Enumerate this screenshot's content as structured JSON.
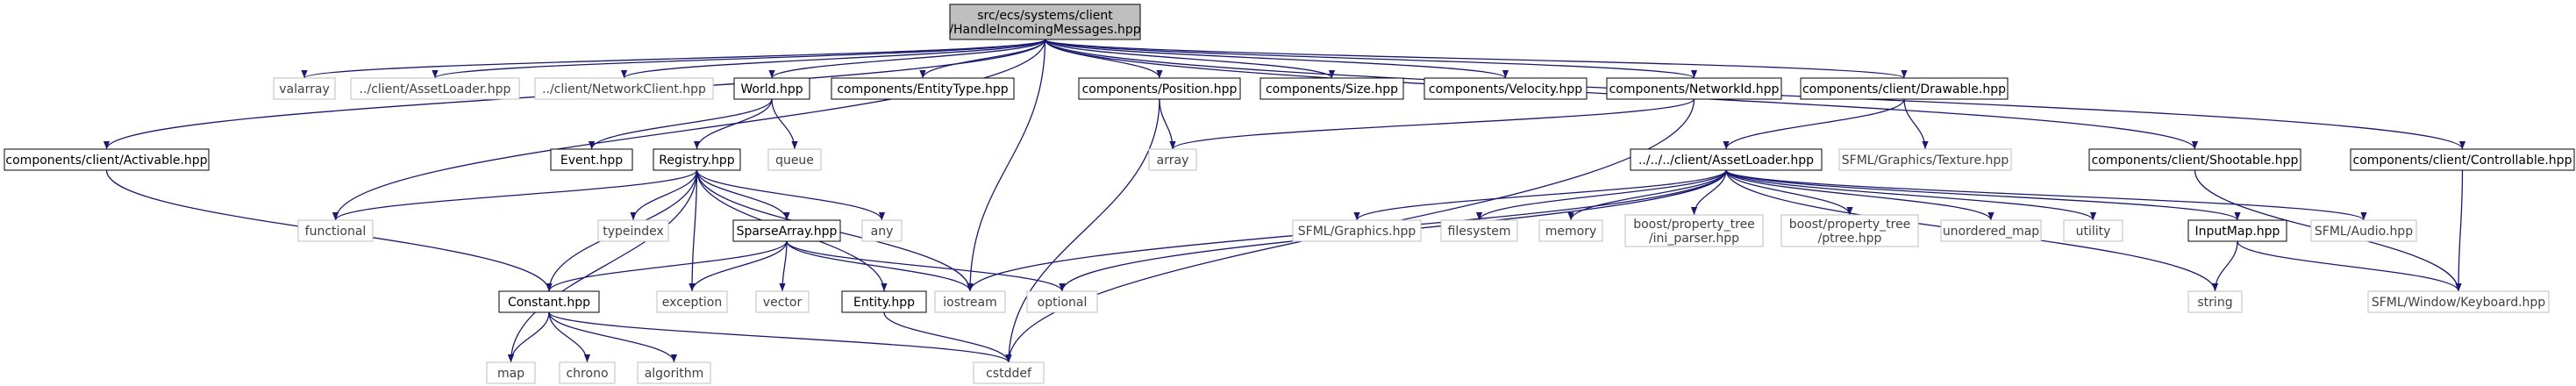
{
  "title": "",
  "colors": {
    "edge": "#191970",
    "border_project": "#000000",
    "border_system": "#bfbfbf",
    "root_fill": "#bfbfbf",
    "text_project": "#000000",
    "text_system": "#404040"
  },
  "nodes": [
    {
      "id": "root",
      "lines": [
        "src/ecs/systems/client",
        "/HandleIncomingMessages.hpp"
      ],
      "kind": "root"
    },
    {
      "id": "valarray",
      "lines": [
        "valarray"
      ],
      "kind": "system"
    },
    {
      "id": "assetloader_client",
      "lines": [
        "../client/AssetLoader.hpp"
      ],
      "kind": "system"
    },
    {
      "id": "networkclient",
      "lines": [
        "../client/NetworkClient.hpp"
      ],
      "kind": "system"
    },
    {
      "id": "world",
      "lines": [
        "World.hpp"
      ],
      "kind": "project"
    },
    {
      "id": "entitytype",
      "lines": [
        "components/EntityType.hpp"
      ],
      "kind": "project"
    },
    {
      "id": "position",
      "lines": [
        "components/Position.hpp"
      ],
      "kind": "project"
    },
    {
      "id": "size",
      "lines": [
        "components/Size.hpp"
      ],
      "kind": "project"
    },
    {
      "id": "velocity",
      "lines": [
        "components/Velocity.hpp"
      ],
      "kind": "project"
    },
    {
      "id": "networkid",
      "lines": [
        "components/NetworkId.hpp"
      ],
      "kind": "project"
    },
    {
      "id": "drawable",
      "lines": [
        "components/client/Drawable.hpp"
      ],
      "kind": "project"
    },
    {
      "id": "activable",
      "lines": [
        "components/client/Activable.hpp"
      ],
      "kind": "project"
    },
    {
      "id": "event",
      "lines": [
        "Event.hpp"
      ],
      "kind": "project"
    },
    {
      "id": "registry",
      "lines": [
        "Registry.hpp"
      ],
      "kind": "project"
    },
    {
      "id": "queue",
      "lines": [
        "queue"
      ],
      "kind": "system"
    },
    {
      "id": "array",
      "lines": [
        "array"
      ],
      "kind": "system"
    },
    {
      "id": "assetloader_rel",
      "lines": [
        "../../../client/AssetLoader.hpp"
      ],
      "kind": "project"
    },
    {
      "id": "sfml_texture",
      "lines": [
        "SFML/Graphics/Texture.hpp"
      ],
      "kind": "system"
    },
    {
      "id": "shootable",
      "lines": [
        "components/client/Shootable.hpp"
      ],
      "kind": "project"
    },
    {
      "id": "controllable",
      "lines": [
        "components/client/Controllable.hpp"
      ],
      "kind": "project"
    },
    {
      "id": "functional",
      "lines": [
        "functional"
      ],
      "kind": "system"
    },
    {
      "id": "typeindex",
      "lines": [
        "typeindex"
      ],
      "kind": "system"
    },
    {
      "id": "sparsearray",
      "lines": [
        "SparseArray.hpp"
      ],
      "kind": "project"
    },
    {
      "id": "any",
      "lines": [
        "any"
      ],
      "kind": "system"
    },
    {
      "id": "sfml_graphics",
      "lines": [
        "SFML/Graphics.hpp"
      ],
      "kind": "system"
    },
    {
      "id": "filesystem",
      "lines": [
        "filesystem"
      ],
      "kind": "system"
    },
    {
      "id": "memory",
      "lines": [
        "memory"
      ],
      "kind": "system"
    },
    {
      "id": "ini_parser",
      "lines": [
        "boost/property_tree",
        "/ini_parser.hpp"
      ],
      "kind": "system"
    },
    {
      "id": "ptree",
      "lines": [
        "boost/property_tree",
        "/ptree.hpp"
      ],
      "kind": "system"
    },
    {
      "id": "unordered_map",
      "lines": [
        "unordered_map"
      ],
      "kind": "system"
    },
    {
      "id": "utility",
      "lines": [
        "utility"
      ],
      "kind": "system"
    },
    {
      "id": "inputmap",
      "lines": [
        "InputMap.hpp"
      ],
      "kind": "project"
    },
    {
      "id": "sfml_audio",
      "lines": [
        "SFML/Audio.hpp"
      ],
      "kind": "system"
    },
    {
      "id": "constant",
      "lines": [
        "Constant.hpp"
      ],
      "kind": "project"
    },
    {
      "id": "exception",
      "lines": [
        "exception"
      ],
      "kind": "system"
    },
    {
      "id": "vector",
      "lines": [
        "vector"
      ],
      "kind": "system"
    },
    {
      "id": "iostream",
      "lines": [
        "iostream"
      ],
      "kind": "system"
    },
    {
      "id": "optional",
      "lines": [
        "optional"
      ],
      "kind": "system"
    },
    {
      "id": "entity",
      "lines": [
        "Entity.hpp"
      ],
      "kind": "project"
    },
    {
      "id": "string",
      "lines": [
        "string"
      ],
      "kind": "system"
    },
    {
      "id": "sfml_keyboard",
      "lines": [
        "SFML/Window/Keyboard.hpp"
      ],
      "kind": "system"
    },
    {
      "id": "map",
      "lines": [
        "map"
      ],
      "kind": "system"
    },
    {
      "id": "chrono",
      "lines": [
        "chrono"
      ],
      "kind": "system"
    },
    {
      "id": "algorithm",
      "lines": [
        "algorithm"
      ],
      "kind": "system"
    },
    {
      "id": "cstddef",
      "lines": [
        "cstddef"
      ],
      "kind": "system"
    }
  ],
  "edges": [
    [
      "root",
      "valarray"
    ],
    [
      "root",
      "assetloader_client"
    ],
    [
      "root",
      "networkclient"
    ],
    [
      "root",
      "world"
    ],
    [
      "root",
      "entitytype"
    ],
    [
      "root",
      "position"
    ],
    [
      "root",
      "size"
    ],
    [
      "root",
      "velocity"
    ],
    [
      "root",
      "networkid"
    ],
    [
      "root",
      "drawable"
    ],
    [
      "root",
      "activable"
    ],
    [
      "root",
      "functional"
    ],
    [
      "root",
      "iostream"
    ],
    [
      "root",
      "shootable"
    ],
    [
      "root",
      "controllable"
    ],
    [
      "world",
      "event"
    ],
    [
      "world",
      "registry"
    ],
    [
      "world",
      "queue"
    ],
    [
      "registry",
      "functional"
    ],
    [
      "registry",
      "typeindex"
    ],
    [
      "registry",
      "sparsearray"
    ],
    [
      "registry",
      "any"
    ],
    [
      "registry",
      "map"
    ],
    [
      "registry",
      "constant"
    ],
    [
      "registry",
      "exception"
    ],
    [
      "registry",
      "iostream"
    ],
    [
      "registry",
      "entity"
    ],
    [
      "sparsearray",
      "constant"
    ],
    [
      "sparsearray",
      "exception"
    ],
    [
      "sparsearray",
      "vector"
    ],
    [
      "sparsearray",
      "iostream"
    ],
    [
      "sparsearray",
      "optional"
    ],
    [
      "activable",
      "constant"
    ],
    [
      "constant",
      "map"
    ],
    [
      "constant",
      "chrono"
    ],
    [
      "constant",
      "algorithm"
    ],
    [
      "constant",
      "cstddef"
    ],
    [
      "entity",
      "cstddef"
    ],
    [
      "position",
      "array"
    ],
    [
      "position",
      "cstddef"
    ],
    [
      "networkid",
      "array"
    ],
    [
      "networkid",
      "cstddef"
    ],
    [
      "drawable",
      "assetloader_rel"
    ],
    [
      "drawable",
      "sfml_texture"
    ],
    [
      "assetloader_rel",
      "sfml_graphics"
    ],
    [
      "assetloader_rel",
      "filesystem"
    ],
    [
      "assetloader_rel",
      "memory"
    ],
    [
      "assetloader_rel",
      "ini_parser"
    ],
    [
      "assetloader_rel",
      "ptree"
    ],
    [
      "assetloader_rel",
      "unordered_map"
    ],
    [
      "assetloader_rel",
      "utility"
    ],
    [
      "assetloader_rel",
      "inputmap"
    ],
    [
      "assetloader_rel",
      "sfml_audio"
    ],
    [
      "assetloader_rel",
      "string"
    ],
    [
      "assetloader_rel",
      "iostream"
    ],
    [
      "assetloader_rel",
      "optional"
    ],
    [
      "inputmap",
      "string"
    ],
    [
      "inputmap",
      "sfml_keyboard"
    ],
    [
      "shootable",
      "sfml_keyboard"
    ],
    [
      "controllable",
      "sfml_keyboard"
    ]
  ]
}
